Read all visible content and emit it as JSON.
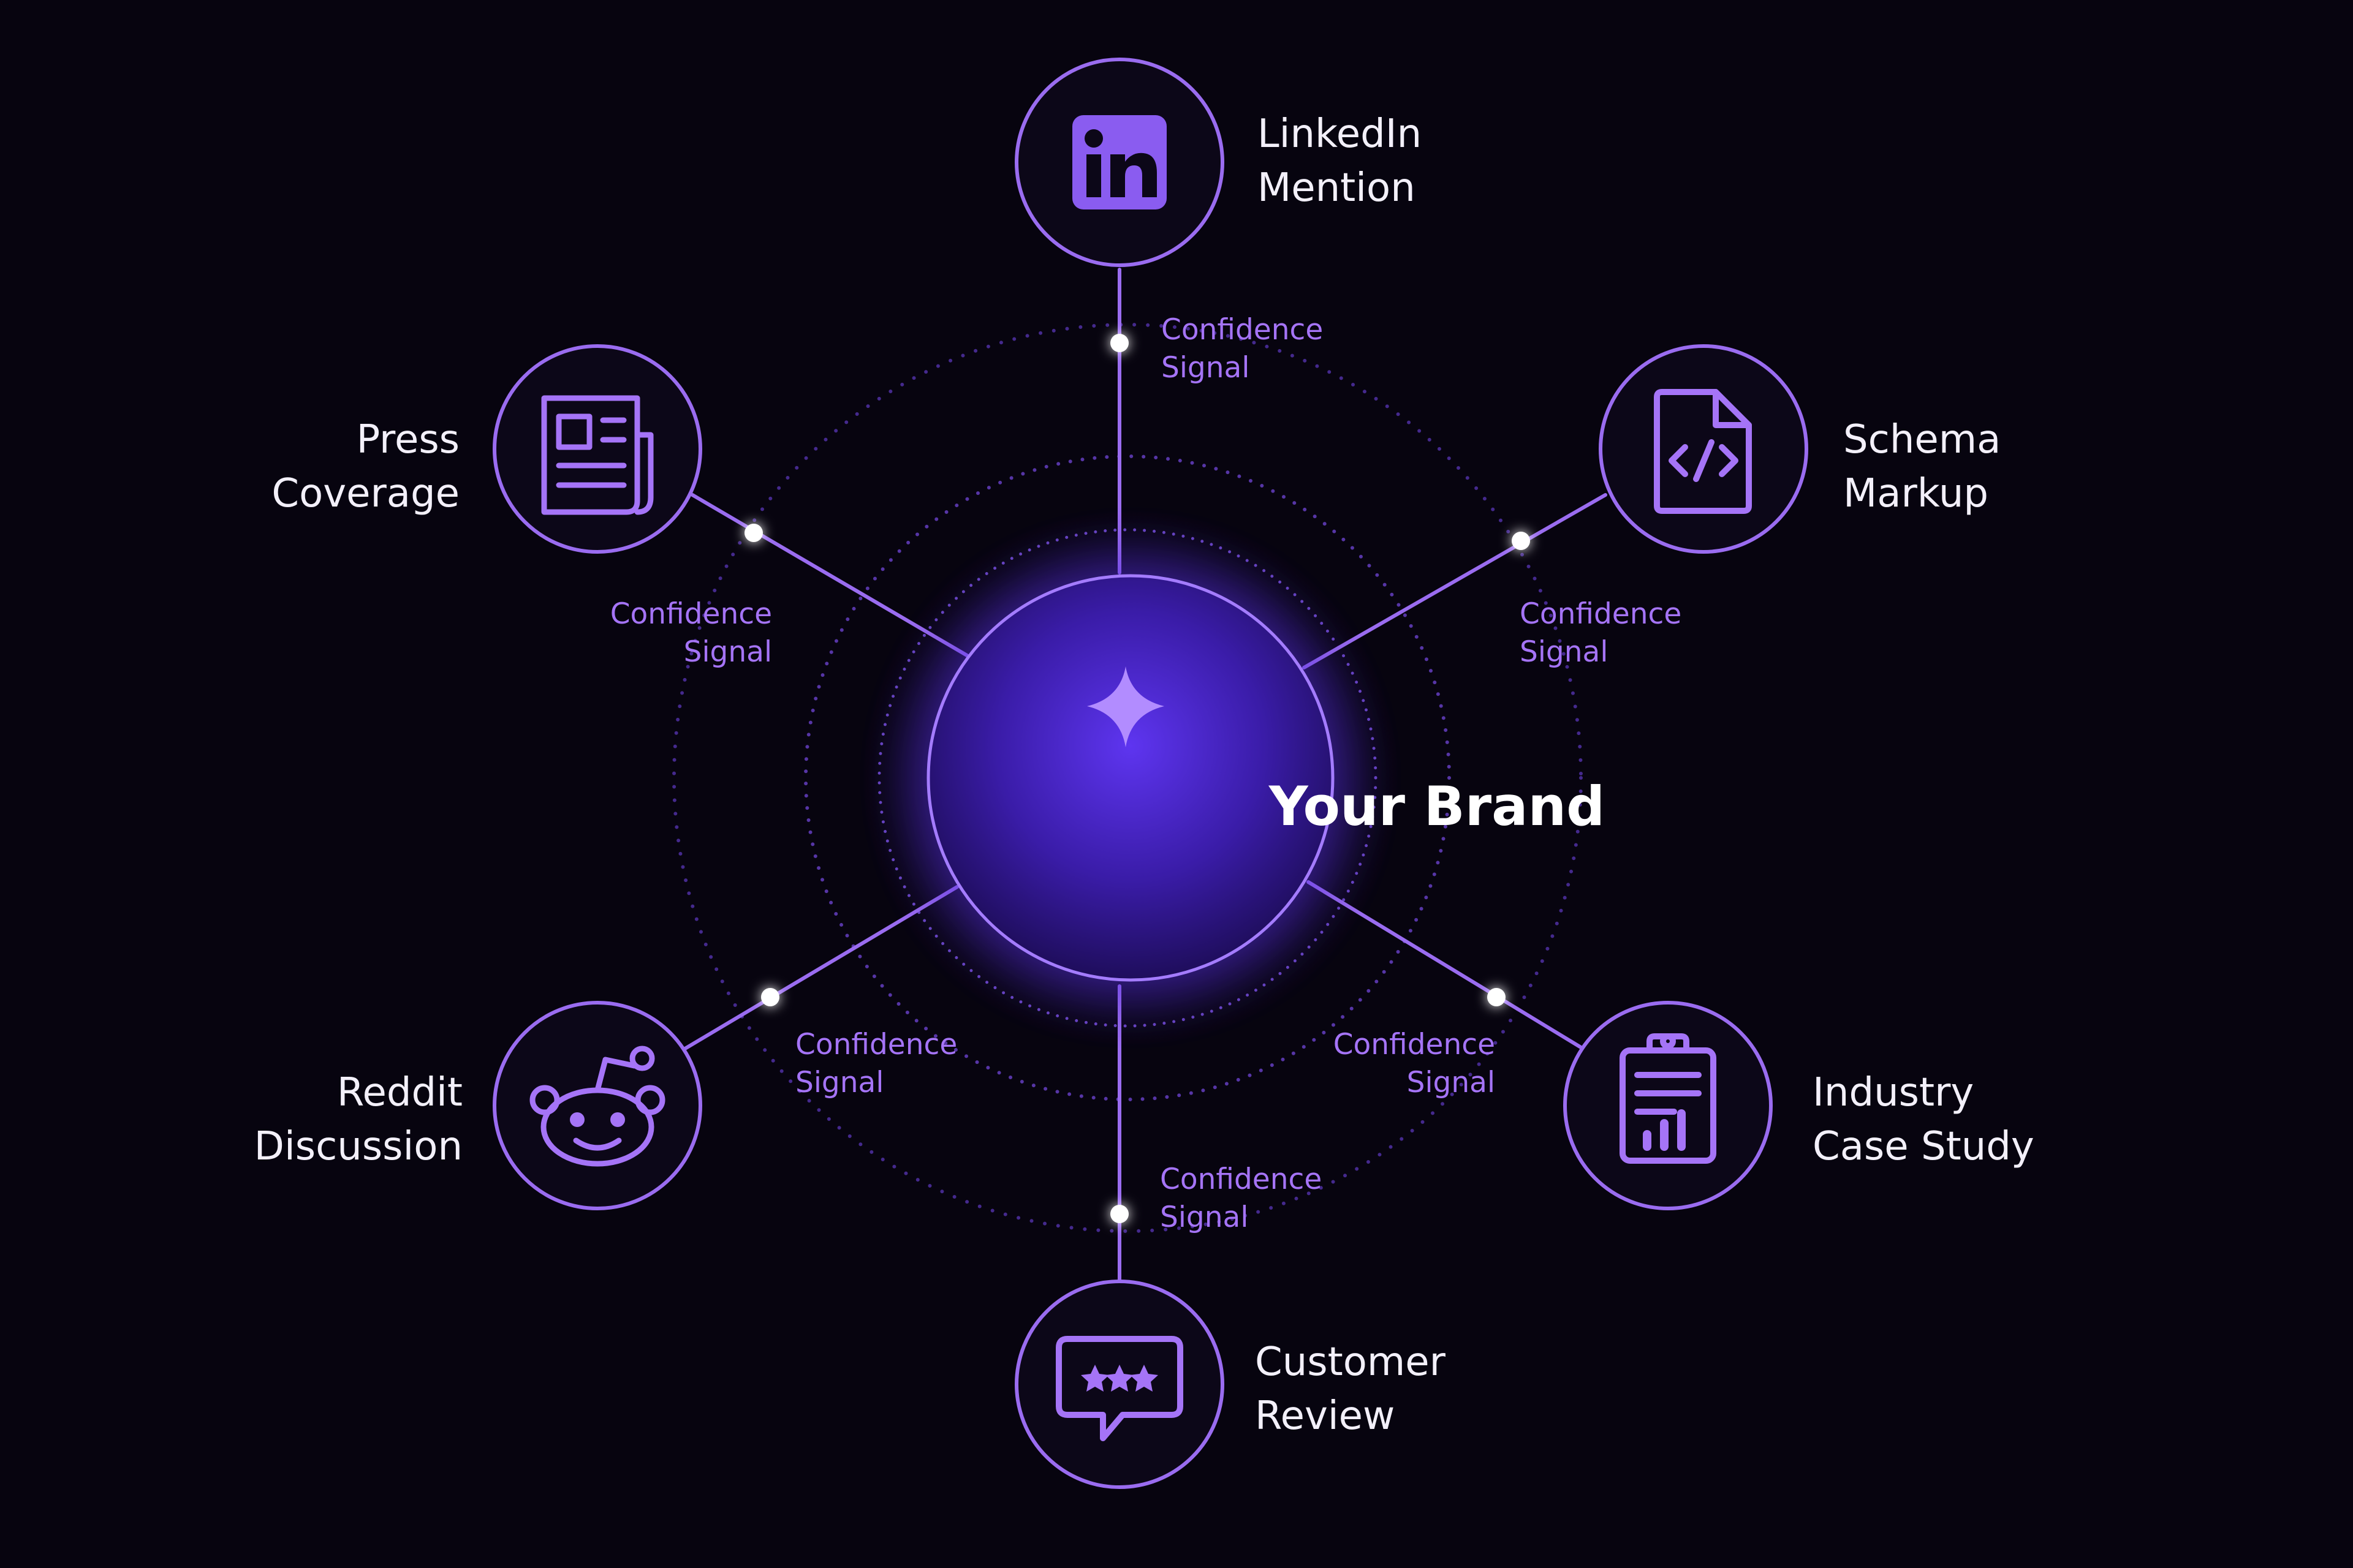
{
  "center": {
    "title": "Your Brand"
  },
  "nodes": [
    {
      "id": "linkedin",
      "line1": "LinkedIn",
      "line2": "Mention",
      "icon": "linkedin-icon"
    },
    {
      "id": "schema",
      "line1": "Schema",
      "line2": "Markup",
      "icon": "code-file-icon"
    },
    {
      "id": "casestudy",
      "line1": "Industry",
      "line2": "Case Study",
      "icon": "clipboard-chart-icon"
    },
    {
      "id": "review",
      "line1": "Customer",
      "line2": "Review",
      "icon": "chat-stars-icon"
    },
    {
      "id": "reddit",
      "line1": "Reddit",
      "line2": "Discussion",
      "icon": "reddit-icon"
    },
    {
      "id": "press",
      "line1": "Press",
      "line2": "Coverage",
      "icon": "newspaper-icon"
    }
  ],
  "signals": [
    {
      "line1": "Confidence",
      "line2": "Signal"
    },
    {
      "line1": "Confidence",
      "line2": "Signal"
    },
    {
      "line1": "Confidence",
      "line2": "Signal"
    },
    {
      "line1": "Confidence",
      "line2": "Signal"
    },
    {
      "line1": "Confidence",
      "line2": "Signal"
    },
    {
      "line1": "Confidence",
      "line2": "Signal"
    }
  ],
  "colors": {
    "background": "#07040f",
    "accent": "#a574f7",
    "hub_glow": "#6a3cf5",
    "text": "#f3f0fa"
  }
}
